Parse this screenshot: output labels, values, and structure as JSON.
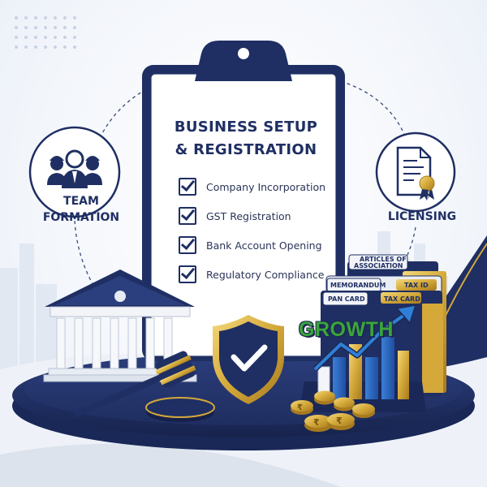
{
  "clipboard": {
    "title_line1": "BUSINESS SETUP",
    "title_line2": "& REGISTRATION",
    "items": [
      {
        "label": "Company Incorporation",
        "checked": true
      },
      {
        "label": "GST Registration",
        "checked": true
      },
      {
        "label": "Bank Account Opening",
        "checked": true
      },
      {
        "label": "Regulatory Compliance",
        "checked": true
      }
    ]
  },
  "team": {
    "line1": "TEAM",
    "line2": "FORMATION",
    "icon": "team-icon"
  },
  "licensing": {
    "label": "LICENSING",
    "icon": "certificate-icon"
  },
  "folders": {
    "tab_articles_line1": "ARTICLES OF",
    "tab_articles_line2": "ASSOCIATION",
    "tab_memorandum": "MEMORANDUM",
    "tab_tax_id": "TAX ID",
    "tab_pan_card": "PAN CARD",
    "tab_tax_card": "TAX CARD"
  },
  "growth_label": "GROWTH",
  "coin_symbol": "₹",
  "colors": {
    "navy": "#1f2f63",
    "gold": "#d4a93a",
    "green": "#3aa63a",
    "blue_arrow": "#2f7fd8"
  }
}
